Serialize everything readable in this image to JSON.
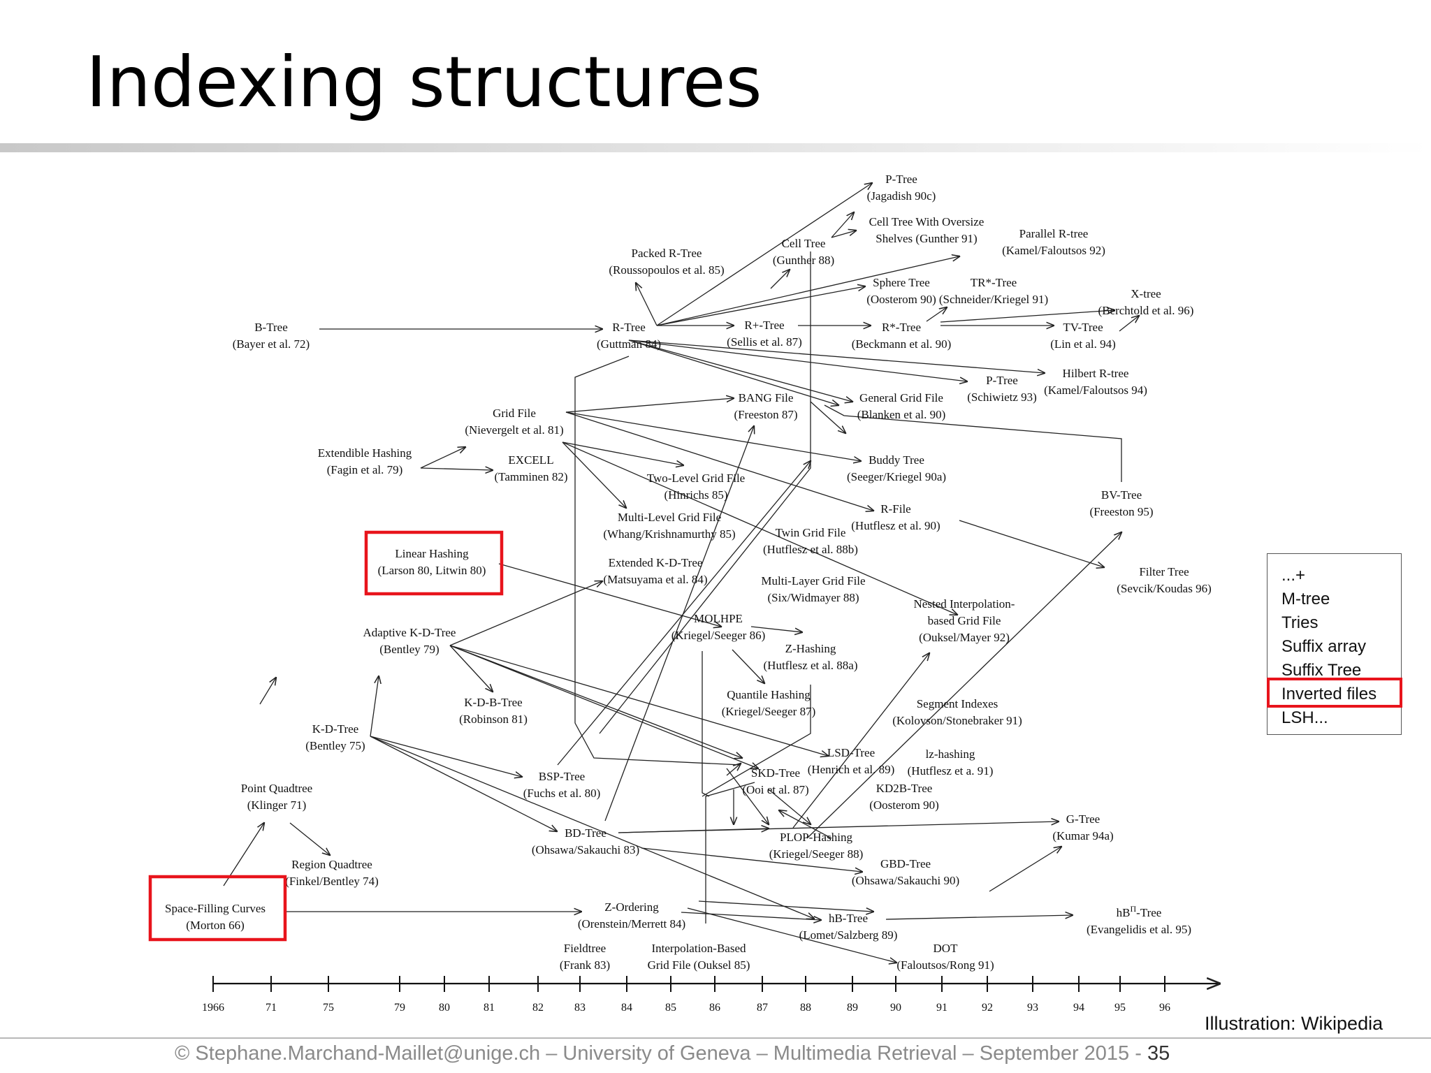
{
  "slide": {
    "title": "Indexing structures",
    "credit": "Illustration: Wikipedia",
    "footer": "© Stephane.Marchand-Maillet@unige.ch – University of  Geneva – Multimedia Retrieval – September 2015 - ",
    "page_number": "35"
  },
  "timeline": {
    "ticks": [
      "1966",
      "71",
      "75",
      "79",
      "80",
      "81",
      "82",
      "83",
      "84",
      "85",
      "86",
      "87",
      "88",
      "89",
      "90",
      "91",
      "92",
      "93",
      "94",
      "95",
      "96"
    ]
  },
  "nodes": [
    {
      "id": "ptree1",
      "name": "P-Tree",
      "cite": "(Jagadish 90c)",
      "highlight": false
    },
    {
      "id": "celloversize",
      "name": "Cell Tree With Oversize",
      "cite": "Shelves (Gunther 91)",
      "highlight": false
    },
    {
      "id": "parallelr",
      "name": "Parallel R-tree",
      "cite": "(Kamel/Faloutsos 92)",
      "highlight": false
    },
    {
      "id": "celltree",
      "name": "Cell Tree",
      "cite": "(Gunther 88)",
      "highlight": false
    },
    {
      "id": "packedr",
      "name": "Packed R-Tree",
      "cite": "(Roussopoulos et al. 85)",
      "highlight": false
    },
    {
      "id": "sphere",
      "name": "Sphere Tree",
      "cite": "(Oosterom 90)",
      "highlight": false
    },
    {
      "id": "trstar",
      "name": "TR*-Tree",
      "cite": "(Schneider/Kriegel 91)",
      "highlight": false
    },
    {
      "id": "xtree",
      "name": "X-tree",
      "cite": "(Berchtold et al. 96)",
      "highlight": false
    },
    {
      "id": "btree",
      "name": "B-Tree",
      "cite": "(Bayer et al. 72)",
      "highlight": false
    },
    {
      "id": "rtree",
      "name": "R-Tree",
      "cite": "(Guttman 84)",
      "highlight": false
    },
    {
      "id": "rplus",
      "name": "R+-Tree",
      "cite": "(Sellis et al. 87)",
      "highlight": false
    },
    {
      "id": "rstar",
      "name": "R*-Tree",
      "cite": "(Beckmann et al. 90)",
      "highlight": false
    },
    {
      "id": "tvtree",
      "name": "TV-Tree",
      "cite": "(Lin et al. 94)",
      "highlight": false
    },
    {
      "id": "ptree2",
      "name": "P-Tree",
      "cite": "(Schiwietz 93)",
      "highlight": false
    },
    {
      "id": "hilbert",
      "name": "Hilbert R-tree",
      "cite": "(Kamel/Faloutsos 94)",
      "highlight": false
    },
    {
      "id": "bang",
      "name": "BANG File",
      "cite": "(Freeston 87)",
      "highlight": false
    },
    {
      "id": "general",
      "name": "General Grid File",
      "cite": "(Blanken et al. 90)",
      "highlight": false
    },
    {
      "id": "gridfile",
      "name": "Grid File",
      "cite": "(Nievergelt et al. 81)",
      "highlight": false
    },
    {
      "id": "extendible",
      "name": "Extendible Hashing",
      "cite": "(Fagin et al. 79)",
      "highlight": false
    },
    {
      "id": "excell",
      "name": "EXCELL",
      "cite": "(Tamminen 82)",
      "highlight": false
    },
    {
      "id": "twolevel",
      "name": "Two-Level Grid File",
      "cite": "(Hinrichs 85)",
      "highlight": false
    },
    {
      "id": "buddy",
      "name": "Buddy Tree",
      "cite": "(Seeger/Kriegel 90a)",
      "highlight": false
    },
    {
      "id": "bvtree",
      "name": "BV-Tree",
      "cite": "(Freeston 95)",
      "highlight": false
    },
    {
      "id": "multilevel",
      "name": "Multi-Level Grid File",
      "cite": "(Whang/Krishnamurthy 85)",
      "highlight": false
    },
    {
      "id": "twin",
      "name": "Twin Grid File",
      "cite": "(Hutflesz et al. 88b)",
      "highlight": false
    },
    {
      "id": "rfile",
      "name": "R-File",
      "cite": "(Hutflesz et al. 90)",
      "highlight": false
    },
    {
      "id": "linear",
      "name": "Linear Hashing",
      "cite": "(Larson 80, Litwin 80)",
      "highlight": true
    },
    {
      "id": "extkd",
      "name": "Extended K-D-Tree",
      "cite": "(Matsuyama et al. 84)",
      "highlight": false
    },
    {
      "id": "multilayer",
      "name": "Multi-Layer Grid File",
      "cite": "(Six/Widmayer 88)",
      "highlight": false
    },
    {
      "id": "filter",
      "name": "Filter Tree",
      "cite": "(Sevcik/Koudas 96)",
      "highlight": false
    },
    {
      "id": "nested",
      "name": "Nested Interpolation-",
      "cite": "based Grid File",
      "cite2": "(Ouksel/Mayer 92)",
      "highlight": false
    },
    {
      "id": "adaptive",
      "name": "Adaptive K-D-Tree",
      "cite": "(Bentley 79)",
      "highlight": false
    },
    {
      "id": "molhpe",
      "name": "MOLHPE",
      "cite": "(Kriegel/Seeger 86)",
      "highlight": false
    },
    {
      "id": "zhash",
      "name": "Z-Hashing",
      "cite": "(Hutflesz et al. 88a)",
      "highlight": false
    },
    {
      "id": "quantile",
      "name": "Quantile Hashing",
      "cite": "(Kriegel/Seeger 87)",
      "highlight": false
    },
    {
      "id": "kdb",
      "name": "K-D-B-Tree",
      "cite": "(Robinson 81)",
      "highlight": false
    },
    {
      "id": "segment",
      "name": "Segment Indexes",
      "cite": "(Kolovson/Stonebraker 91)",
      "highlight": false
    },
    {
      "id": "kdtree",
      "name": "K-D-Tree",
      "cite": "(Bentley 75)",
      "highlight": false
    },
    {
      "id": "lsd",
      "name": "LSD-Tree",
      "cite": "(Henrich et al. 89)",
      "highlight": false
    },
    {
      "id": "lzhash",
      "name": "lz-hashing",
      "cite": "(Hutflesz et a. 91)",
      "highlight": false
    },
    {
      "id": "bsp",
      "name": "BSP-Tree",
      "cite": "(Fuchs et al. 80)",
      "highlight": false
    },
    {
      "id": "skd",
      "name": "SKD-Tree",
      "cite": "(Ooi et al. 87)",
      "highlight": false
    },
    {
      "id": "kd2b",
      "name": "KD2B-Tree",
      "cite": "(Oosterom 90)",
      "highlight": false
    },
    {
      "id": "pointquad",
      "name": "Point Quadtree",
      "cite": "(Klinger 71)",
      "highlight": false
    },
    {
      "id": "gtree",
      "name": "G-Tree",
      "cite": "(Kumar 94a)",
      "highlight": false
    },
    {
      "id": "bdtree",
      "name": "BD-Tree",
      "cite": "(Ohsawa/Sakauchi 83)",
      "highlight": false
    },
    {
      "id": "plop",
      "name": "PLOP-Hashing",
      "cite": "(Kriegel/Seeger 88)",
      "highlight": false
    },
    {
      "id": "gbd",
      "name": "GBD-Tree",
      "cite": "(Ohsawa/Sakauchi 90)",
      "highlight": false
    },
    {
      "id": "regionquad",
      "name": "Region Quadtree",
      "cite": "(Finkel/Bentley 74)",
      "highlight": false
    },
    {
      "id": "spacefill",
      "name": "Space-Filling Curves",
      "cite": "(Morton 66)",
      "highlight": true
    },
    {
      "id": "zorder",
      "name": "Z-Ordering",
      "cite": "(Orenstein/Merrett 84)",
      "highlight": false
    },
    {
      "id": "hbtree",
      "name": "hB-Tree",
      "cite": "(Lomet/Salzberg 89)",
      "highlight": false
    },
    {
      "id": "hbpi",
      "name": "hB",
      "sup": "Π",
      "name_suffix": "-Tree",
      "cite": "(Evangelidis et al. 95)",
      "highlight": false
    },
    {
      "id": "fieldtree",
      "name": "Fieldtree",
      "cite": "(Frank 83)",
      "highlight": false
    },
    {
      "id": "interp",
      "name": "Interpolation-Based",
      "cite": "Grid File  (Ouksel 85)",
      "highlight": false
    },
    {
      "id": "dot",
      "name": "DOT",
      "cite": "(Faloutsos/Rong 91)",
      "highlight": false
    }
  ],
  "side_list": {
    "items": [
      "...+",
      "M-tree",
      "Tries",
      "Suffix array",
      "Suffix Tree",
      "Inverted files",
      "LSH..."
    ],
    "highlighted": "Inverted files"
  },
  "colors": {
    "highlight": "#e8141c",
    "footer_text": "#8a8a8a"
  }
}
